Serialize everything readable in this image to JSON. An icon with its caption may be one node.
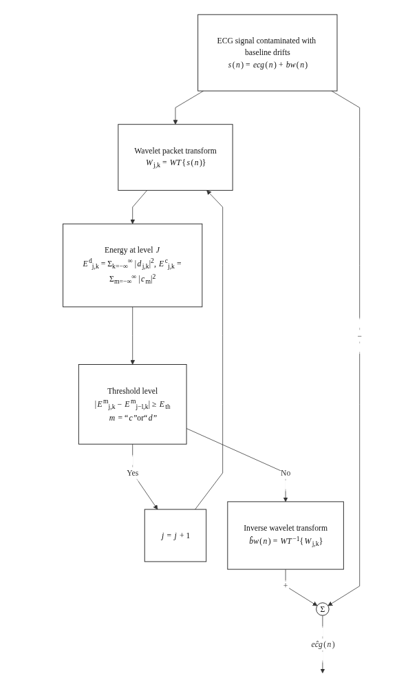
{
  "diagram": {
    "nodes": [
      {
        "text": [
          "ECG signal contaminated with baseline drifts",
          "*s*(*n*) = *ecg*(*n*) + *bw*(*n*)"
        ]
      },
      {
        "text": [
          "Wavelet packet transform",
          "*W*$_{j,k}$ = *WT*{*s*(*n*)}"
        ]
      },
      {
        "text": [
          "Energy at level *J*",
          "*E*$^{d}$$_{j,k}$ = Σ$_{k=−∞}$$^{∞}$ |*d*$_{j,k}$|$^{2}$, *E*$^{c}$$_{j,k}$ = Σ$_{m=−∞}$$^{∞}$ |*c*$_{m}$|$^{2}$"
        ]
      },
      {
        "text": [
          "Threshold level",
          "|*E*$^{m}$$_{j,k}$ − *E*$^{m}$$_{j−l,k}$| ≥ *E*$_{th}$",
          "*m* = “*c*”or“*d*”"
        ]
      },
      {
        "text": [
          "*j* = *j* + 1"
        ]
      },
      {
        "text": [
          "Inverse wavelet transform",
          "*b̂w*(*n*) = *WT*$^{−1}${*W*$_{j,k}$}"
        ]
      },
      {
        "text": [
          "Σ"
        ]
      }
    ],
    "edges": [
      {
        "from": 0,
        "to": 1,
        "arrow": "to"
      },
      {
        "from": 1,
        "to": 2,
        "arrow": "to"
      },
      {
        "from": 2,
        "to": 3,
        "arrow": "to"
      },
      {
        "from": 3,
        "to": 4,
        "arrow": "to",
        "label": "Yes"
      },
      {
        "from": 4,
        "to": 1,
        "arrow": "to"
      },
      {
        "from": 3,
        "to": 5,
        "arrow": "to",
        "label": "No"
      },
      {
        "from": 5,
        "to": 6,
        "arrow": "to",
        "label": "+"
      },
      {
        "from": 0,
        "to": 6,
        "arrow": "to",
        "label": "−"
      },
      {
        "from": 6,
        "to": null,
        "arrow": "to",
        "label": "*eĉg*(*n*)"
      }
    ]
  }
}
